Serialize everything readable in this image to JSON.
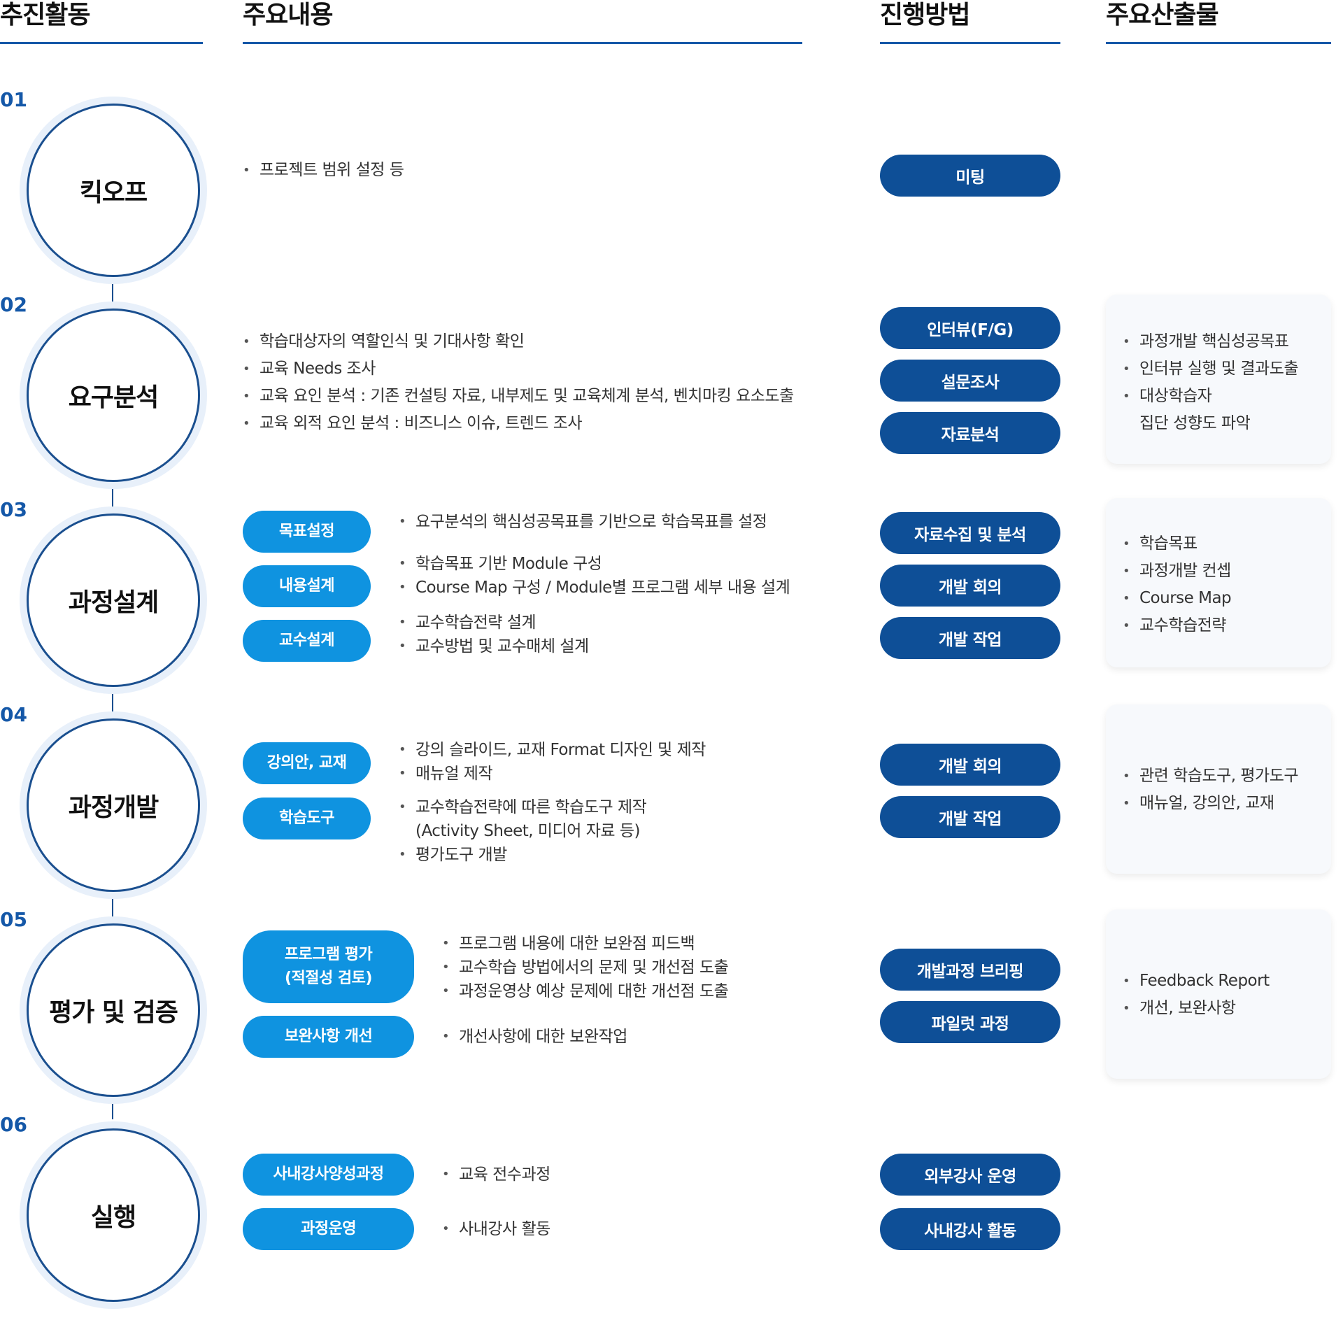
{
  "headers": [
    "추진활동",
    "주요내용",
    "진행방법",
    "주요산출물"
  ],
  "stages": [
    {
      "num": "01",
      "name": "킥오프",
      "content": [
        "프로젝트 범위 설정 등"
      ],
      "methods": [
        "미팅"
      ],
      "outputs": []
    },
    {
      "num": "02",
      "name": "요구분석",
      "content": [
        "학습대상자의 역할인식 및 기대사항 확인",
        "교육 Needs 조사",
        "교육 요인 분석 : 기존 컨설팅 자료, 내부제도 및 교육체계 분석, 벤치마킹 요소도출",
        "교육 외적 요인 분석 : 비즈니스 이슈, 트렌드 조사"
      ],
      "methods": [
        "인터뷰(F/G)",
        "설문조사",
        "자료분석"
      ],
      "outputs": [
        "과정개발 핵심성공목표",
        "인터뷰 실행 및 결과도출",
        "대상학습자",
        "집단 성향도 파악"
      ]
    },
    {
      "num": "03",
      "name": "과정설계",
      "tasks": [
        {
          "label": "목표설정",
          "items": [
            "요구분석의 핵심성공목표를 기반으로 학습목표를 설정"
          ]
        },
        {
          "label": "내용설계",
          "items": [
            "학습목표 기반 Module 구성",
            "Course Map 구성 / Module별 프로그램 세부 내용 설계"
          ]
        },
        {
          "label": "교수설계",
          "items": [
            "교수학습전략 설계",
            "교수방법 및 교수매체 설계"
          ]
        }
      ],
      "methods": [
        "자료수집 및 분석",
        "개발 회의",
        "개발 작업"
      ],
      "outputs": [
        "학습목표",
        "과정개발 컨셉",
        "Course Map",
        "교수학습전략"
      ]
    },
    {
      "num": "04",
      "name": "과정개발",
      "tasks": [
        {
          "label": "강의안, 교재",
          "items": [
            "강의 슬라이드, 교재 Format 디자인 및 제작",
            "매뉴얼 제작"
          ]
        },
        {
          "label": "학습도구",
          "items": [
            "교수학습전략에 따른 학습도구 제작",
            "(Activity Sheet, 미디어 자료 등)",
            "평가도구 개발"
          ]
        }
      ],
      "methods": [
        "개발 회의",
        "개발 작업"
      ],
      "outputs": [
        "관련 학습도구, 평가도구",
        "매뉴얼, 강의안, 교재"
      ]
    },
    {
      "num": "05",
      "name": "평가 및 검증",
      "tasks": [
        {
          "label": "프로그램 평가\n(적절성 검토)",
          "items": [
            "프로그램 내용에 대한 보완점 피드백",
            "교수학습 방법에서의 문제 및 개선점 도출",
            "과정운영상 예상 문제에 대한 개선점 도출"
          ]
        },
        {
          "label": "보완사항 개선",
          "items": [
            "개선사항에 대한 보완작업"
          ]
        }
      ],
      "methods": [
        "개발과정 브리핑",
        "파일럿 과정"
      ],
      "outputs": [
        "Feedback Report",
        "개선, 보완사항"
      ]
    },
    {
      "num": "06",
      "name": "실행",
      "tasks": [
        {
          "label": "사내강사양성과정",
          "items": [
            "교육 전수과정"
          ]
        },
        {
          "label": "과정운영",
          "items": [
            "사내강사 활동"
          ]
        }
      ],
      "methods": [
        "외부강사 운영",
        "사내강사 활동"
      ],
      "outputs": []
    }
  ],
  "colors": {
    "primary": "#1558a8",
    "pill_light": "#0f93e0",
    "pill_dark": "#0e4f97"
  }
}
